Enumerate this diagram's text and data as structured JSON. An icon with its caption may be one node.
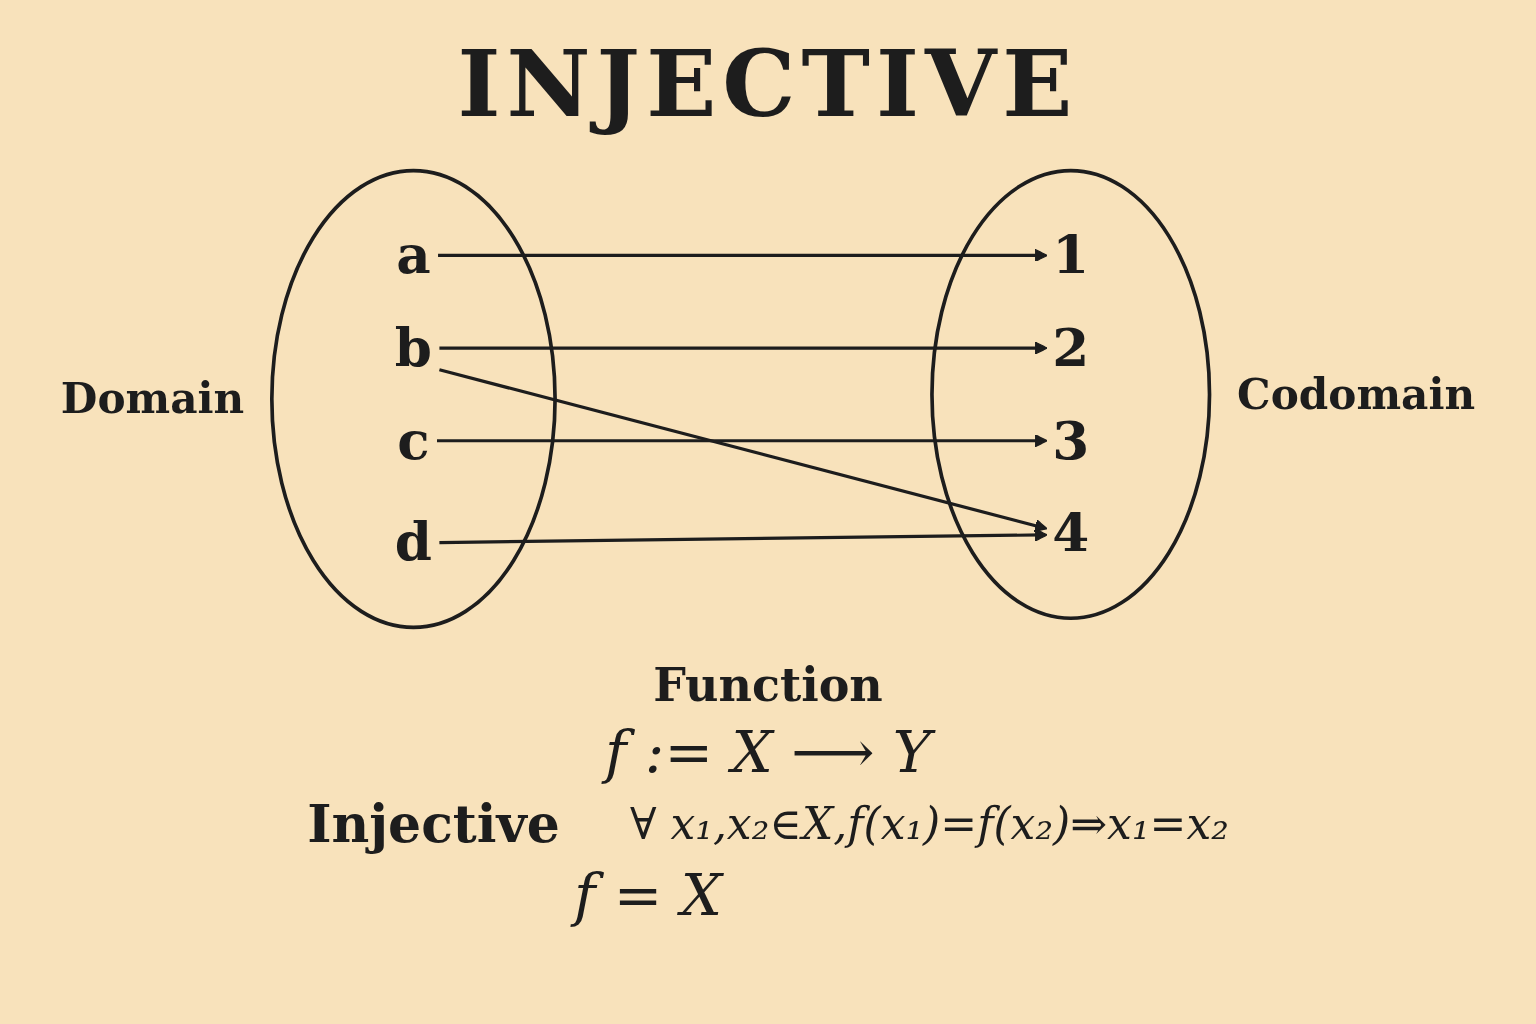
{
  "diagram": {
    "title": "INJECTIVE",
    "nodes": [
      {
        "text": [
          "Domain"
        ]
      },
      {
        "text": [
          "a"
        ],
        "in": 0
      },
      {
        "text": [
          "b"
        ],
        "in": 0
      },
      {
        "text": [
          "c"
        ],
        "in": 0
      },
      {
        "text": [
          "d"
        ],
        "in": 0
      },
      {
        "text": [
          "Codomain"
        ]
      },
      {
        "text": [
          "1"
        ],
        "in": 5
      },
      {
        "text": [
          "2"
        ],
        "in": 5
      },
      {
        "text": [
          "3"
        ],
        "in": 5
      },
      {
        "text": [
          "4"
        ],
        "in": 5
      }
    ],
    "edges": [
      {
        "from": 1,
        "to": 6,
        "arrow": "to"
      },
      {
        "from": 2,
        "to": 7,
        "arrow": "to"
      },
      {
        "from": 2,
        "to": 9,
        "arrow": "to"
      },
      {
        "from": 3,
        "to": 8,
        "arrow": "to"
      },
      {
        "from": 4,
        "to": 9,
        "arrow": "to"
      }
    ],
    "labels": [
      "Function",
      "f := X ⟶ Y",
      "Injective",
      "∀ x₁,x₂∈X,f(x₁)=f(x₂)⇒x₁=x₂",
      "f = X"
    ]
  }
}
